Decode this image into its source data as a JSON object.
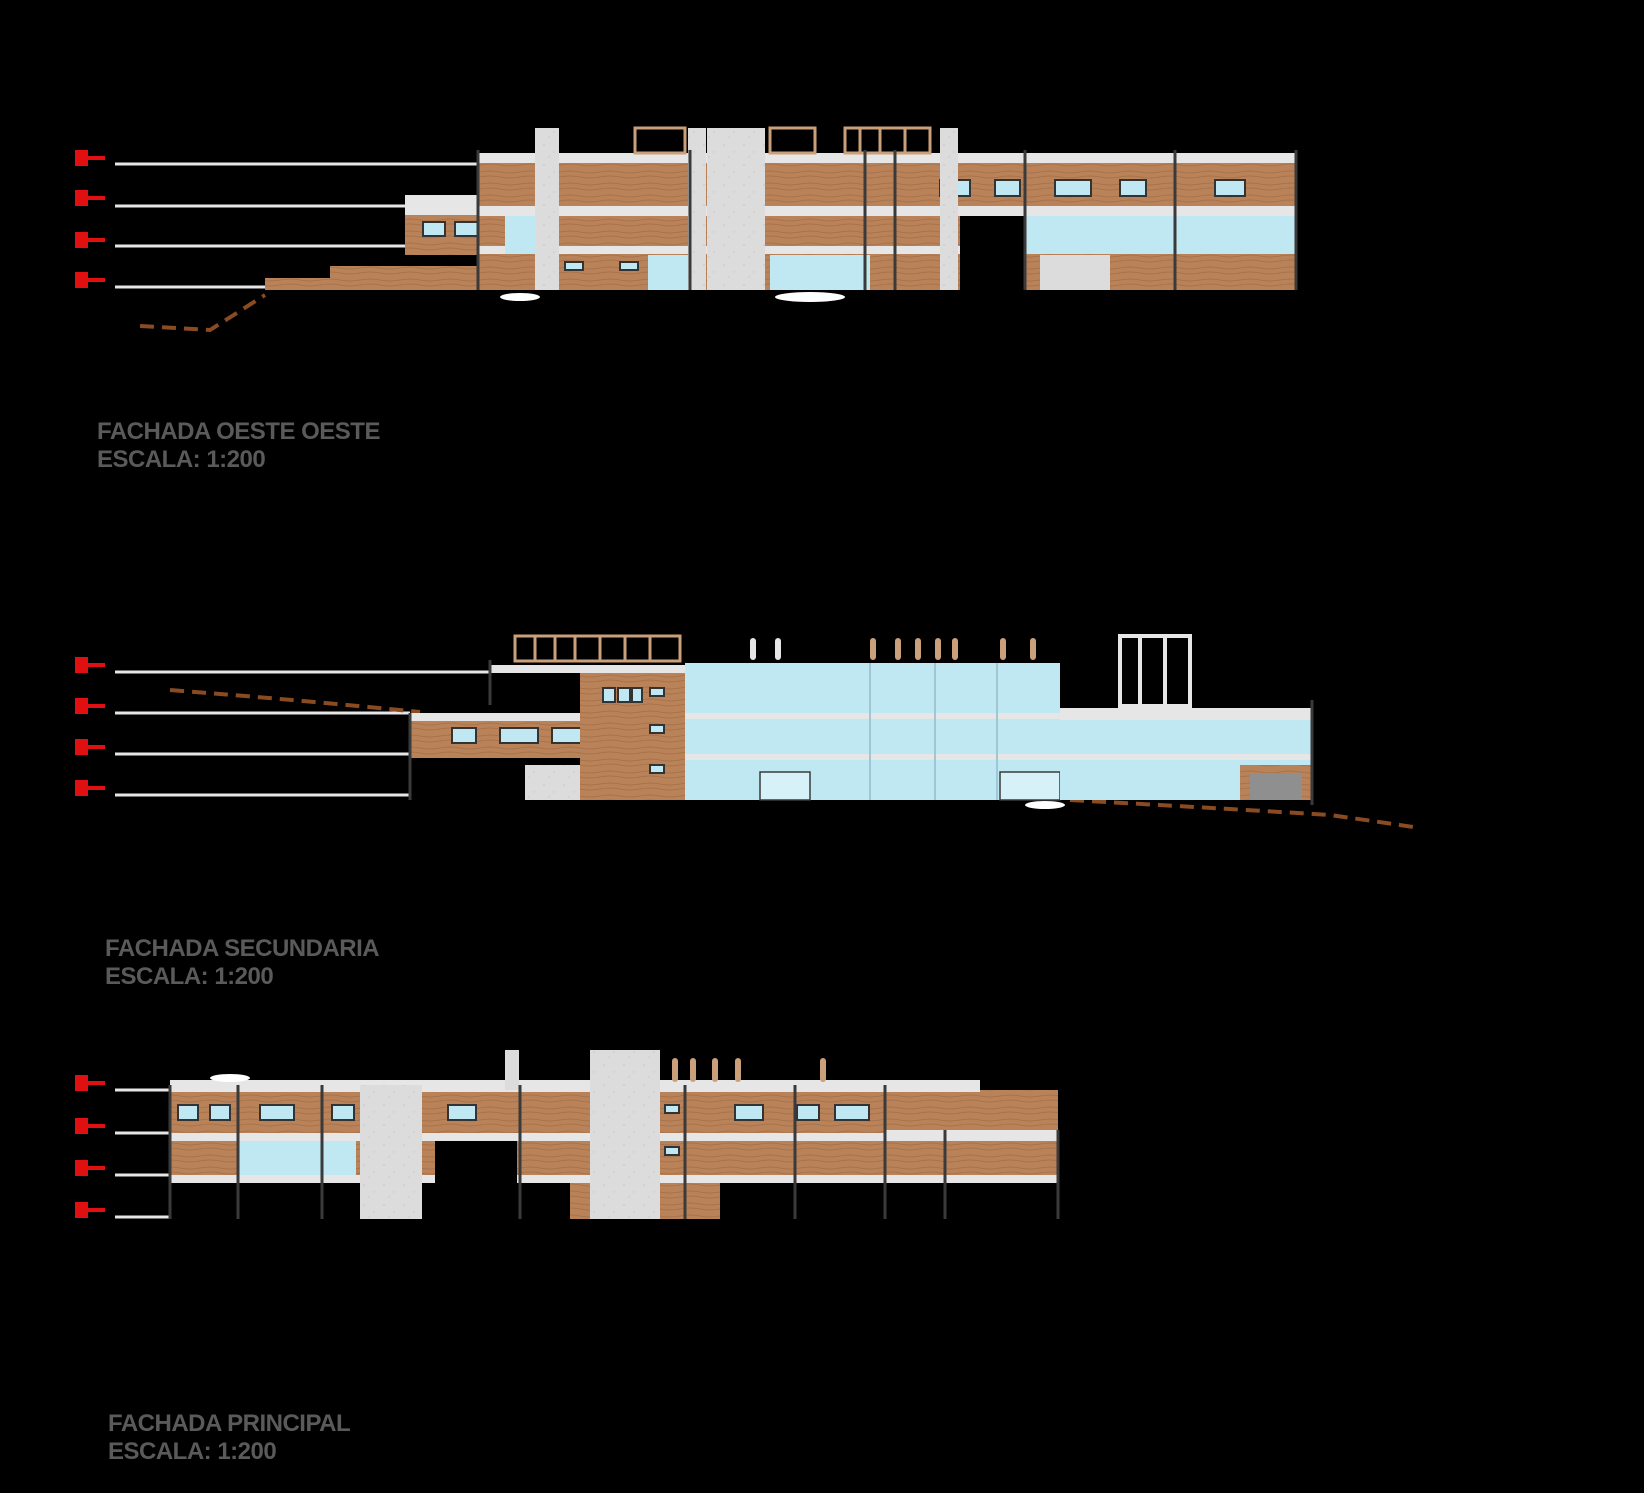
{
  "drawings": [
    {
      "title": "FACHADA OESTE OESTE",
      "scale": "ESCALA: 1:200"
    },
    {
      "title": "FACHADA SECUNDARIA",
      "scale": "ESCALA: 1:200"
    },
    {
      "title": "FACHADA PRINCIPAL",
      "scale": "ESCALA: 1:200"
    }
  ],
  "colors": {
    "background": "#000000",
    "wood": "#b98258",
    "glass": "#bfe8f2",
    "concrete": "#d9d9d9",
    "frame": "#3a3a3a",
    "level_marker": "#e01010",
    "terrain": "#8a4a22",
    "caption": "#5a5a5a"
  },
  "icons": {
    "level_marker": "level-marker-icon"
  }
}
